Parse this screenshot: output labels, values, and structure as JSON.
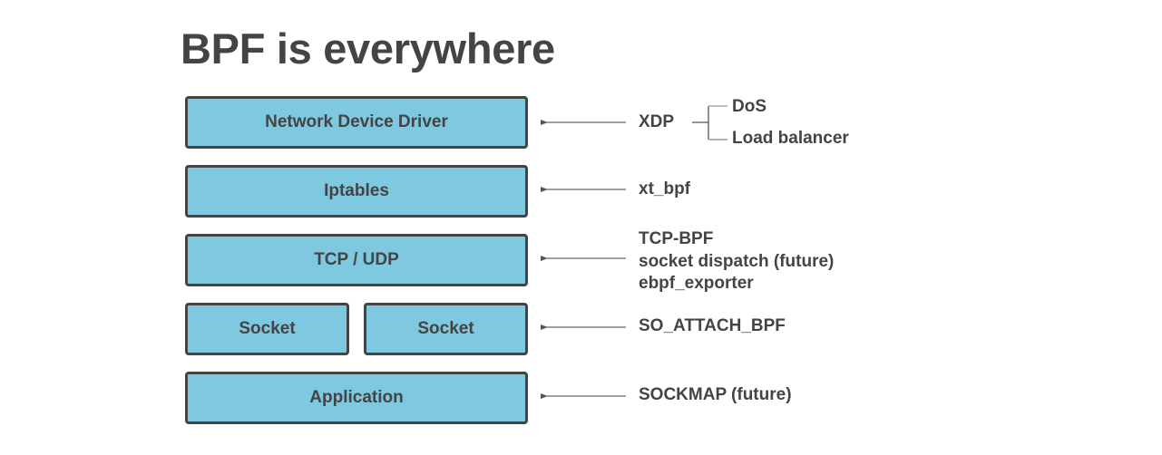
{
  "title": "BPF is everywhere",
  "colors": {
    "box_fill": "#7ec8e0",
    "border": "#444444",
    "text": "#444444",
    "arrow": "#666666"
  },
  "layers": [
    {
      "label": "Network Device Driver",
      "hooks": [
        "XDP"
      ],
      "sub_hooks": [
        "DoS",
        "Load balancer"
      ]
    },
    {
      "label": "Iptables",
      "hooks": [
        "xt_bpf"
      ]
    },
    {
      "label": "TCP / UDP",
      "hooks": [
        "TCP-BPF",
        "socket dispatch (future)",
        "ebpf_exporter"
      ]
    },
    {
      "label": "Socket",
      "label2": "Socket",
      "hooks": [
        "SO_ATTACH_BPF"
      ]
    },
    {
      "label": "Application",
      "hooks": [
        "SOCKMAP (future)"
      ]
    }
  ]
}
